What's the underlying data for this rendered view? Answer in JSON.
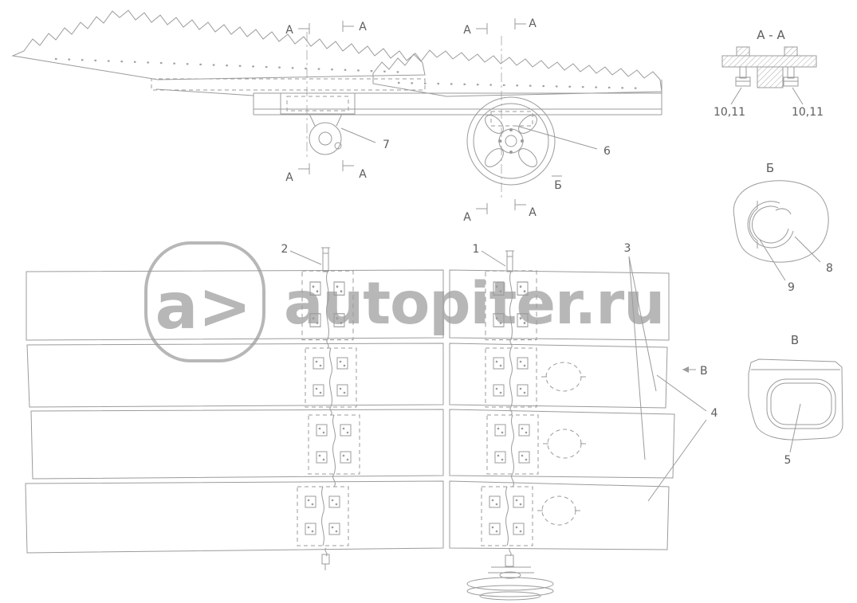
{
  "watermark": {
    "logo": "a>",
    "domain": "autopiter.ru"
  },
  "markers": {
    "a": "А",
    "b": "Б",
    "v": "В"
  },
  "views": {
    "section_aa": {
      "title": "А - А",
      "label_left": "10,11",
      "label_right": "10,11"
    },
    "detail_b": {
      "title": "Б",
      "label_8": "8",
      "label_9": "9"
    },
    "detail_v": {
      "title": "В",
      "label_5": "5"
    },
    "side_view": {
      "label_6": "6",
      "label_7": "7"
    },
    "plan_view": {
      "label_1": "1",
      "label_2": "2",
      "label_3": "3",
      "label_4": "4"
    }
  }
}
